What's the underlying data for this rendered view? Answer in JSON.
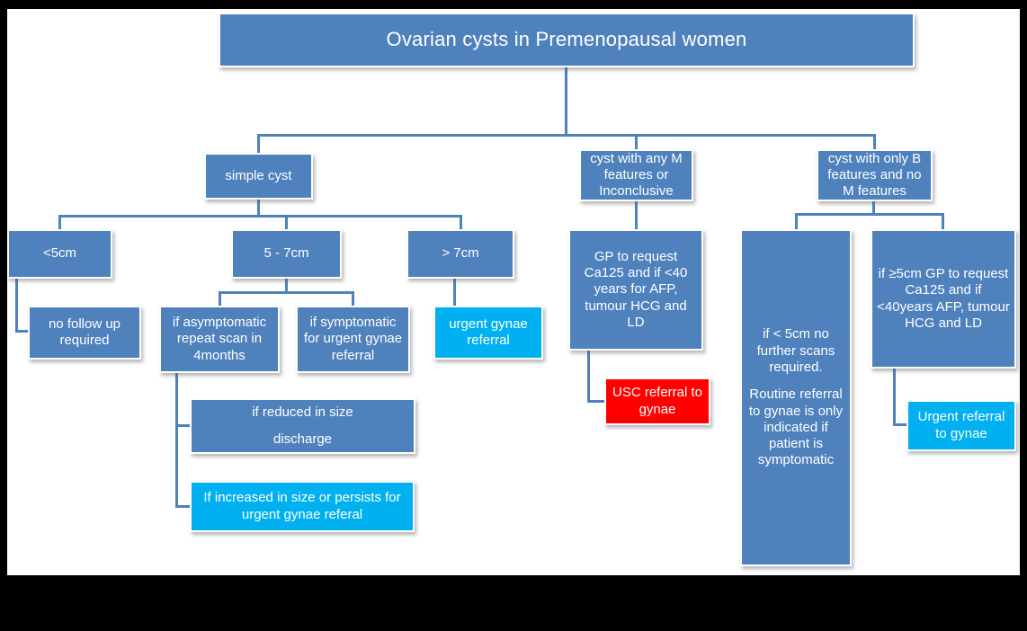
{
  "title": "Ovarian cysts in Premenopausal women",
  "colors": {
    "background": "#000000",
    "canvas": "#FFFFFF",
    "node_blue": "#4F81BD",
    "node_cyan": "#00B0F0",
    "node_red": "#FF0000",
    "connector": "#4F81BD",
    "text": "#FFFFFF"
  },
  "nodes": {
    "simple_cyst": "simple cyst",
    "cyst_any_m": "cyst with any M features  or Inconclusive",
    "cyst_only_b": "cyst with only B features and no M features",
    "under_5cm": "<5cm",
    "cm_5_7": "5 - 7cm",
    "over_7cm": "> 7cm",
    "no_follow_up": "no follow up required",
    "asymptomatic": "if asymptomatic repeat scan in 4months",
    "symptomatic": "if symptomatic for urgent gynae referral",
    "urgent_gynae_referral": "urgent gynae referral",
    "reduced_line1": "if reduced in size",
    "reduced_line2": "discharge",
    "increased": "If increased in size or persists for urgent gynae referal",
    "gp_request": "GP to request Ca125 and if <40 years for AFP, tumour HCG and LD",
    "usc_referral": "USC referral to gynae",
    "only_b_small_line1": "if < 5cm no further scans required.",
    "only_b_small_line2": "Routine referral to gynae is only indicated if patient is symptomatic",
    "ge_5cm": "if ≥5cm GP to request Ca125 and if <40years AFP, tumour HCG and LD",
    "urgent_referral_gynae": "Urgent referral to gynae"
  }
}
